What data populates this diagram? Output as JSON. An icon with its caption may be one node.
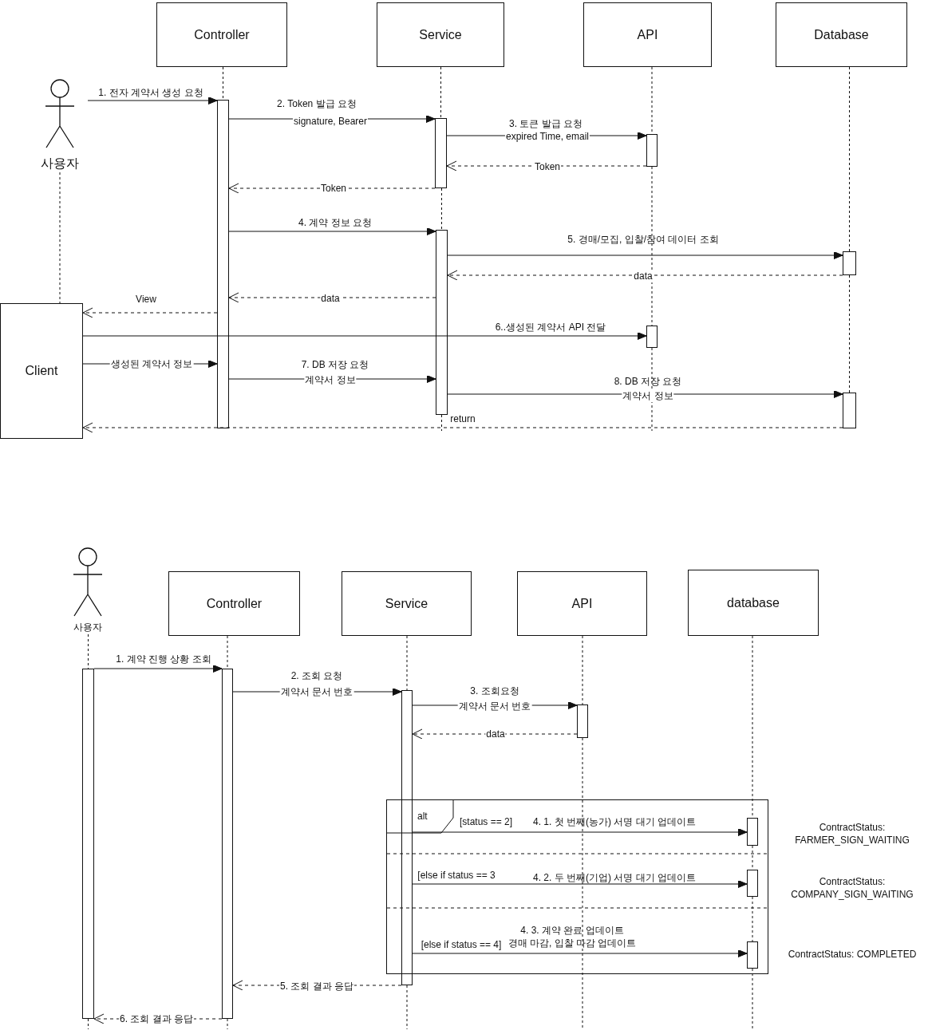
{
  "diagram": {
    "nodes": [
      {
        "text": [
          "사용자"
        ]
      },
      {
        "text": [
          "Controller"
        ]
      },
      {
        "text": [
          "Service"
        ]
      },
      {
        "text": [
          "API"
        ]
      },
      {
        "text": [
          "Database"
        ]
      },
      {
        "text": [
          "Client"
        ]
      },
      {
        "text": [],
        "shape": "bar"
      },
      {
        "text": [],
        "shape": "bar"
      },
      {
        "text": [],
        "shape": "bar"
      },
      {
        "text": [],
        "shape": "bar"
      },
      {
        "text": [],
        "shape": "bar"
      },
      {
        "text": [],
        "shape": "bar"
      },
      {
        "text": [],
        "shape": "bar"
      },
      {
        "text": [
          "사용자"
        ]
      },
      {
        "text": [
          "Controller"
        ]
      },
      {
        "text": [
          "Service"
        ]
      },
      {
        "text": [
          "API"
        ]
      },
      {
        "text": [
          "database"
        ]
      },
      {
        "text": [],
        "shape": "bar"
      },
      {
        "text": [],
        "shape": "bar"
      },
      {
        "text": [],
        "shape": "bar"
      },
      {
        "text": [],
        "shape": "bar"
      },
      {
        "text": [
          "alt"
        ]
      },
      {
        "text": [],
        "shape": "bar",
        "in": 22
      },
      {
        "text": [],
        "shape": "bar",
        "in": 22
      },
      {
        "text": [],
        "shape": "bar",
        "in": 22
      }
    ],
    "edges": [
      {
        "from": 0,
        "to": 6,
        "arrow": "to",
        "label": "1. 전자 계약서 생성 요청"
      },
      {
        "from": 6,
        "to": 7,
        "arrow": "to",
        "label": "2. Token 발급 요청"
      },
      {
        "from": 7,
        "to": 8,
        "arrow": "to",
        "label": "3. 토큰 발급 요청"
      },
      {
        "from": 8,
        "to": 7,
        "arrow": "to",
        "label": "Token",
        "style": "dashed"
      },
      {
        "from": 7,
        "to": 6,
        "arrow": "to",
        "label": "Token",
        "style": "dashed"
      },
      {
        "from": 6,
        "to": 9,
        "arrow": "to",
        "label": "4. 계약 정보 요청"
      },
      {
        "from": 9,
        "to": 10,
        "arrow": "to",
        "label": "5. 경매/모집, 입찰/참여 데이터 조회"
      },
      {
        "from": 10,
        "to": 9,
        "arrow": "to",
        "label": "data",
        "style": "dashed"
      },
      {
        "from": 9,
        "to": 6,
        "arrow": "to",
        "label": "data",
        "style": "dashed"
      },
      {
        "from": 6,
        "to": 5,
        "arrow": "to",
        "label": "View",
        "style": "dashed"
      },
      {
        "from": 5,
        "to": 11,
        "arrow": "to",
        "label": "6..생성된 계약서 API 전달"
      },
      {
        "from": 5,
        "to": 6,
        "arrow": "to",
        "label": "생성된 계약서 정보"
      },
      {
        "from": 6,
        "to": 9,
        "arrow": "to",
        "label": "7. DB 저장 요청"
      },
      {
        "from": 9,
        "to": 12,
        "arrow": "to",
        "label": "8. DB 저장 요청"
      },
      {
        "from": 12,
        "to": 5,
        "arrow": "to",
        "style": "dashed"
      },
      {
        "from": 18,
        "to": 19,
        "arrow": "to",
        "label": "1. 계약 진행 상황 조회"
      },
      {
        "from": 19,
        "to": 20,
        "arrow": "to",
        "label": "2. 조회 요청"
      },
      {
        "from": 20,
        "to": 21,
        "arrow": "to",
        "label": "3. 조회요청"
      },
      {
        "from": 21,
        "to": 20,
        "arrow": "to",
        "label": "data",
        "style": "dashed"
      },
      {
        "from": 20,
        "to": 23,
        "arrow": "to",
        "label": "4. 1. 첫 번째(농가) 서명 대기 업데이트"
      },
      {
        "from": 20,
        "to": 24,
        "arrow": "to",
        "label": "4. 2. 두 번째(기업) 서명 대기 업데이트"
      },
      {
        "from": 20,
        "to": 25,
        "arrow": "to",
        "label": "4. 3. 계약 완료 업데이트 경매 마감, 입찰 마감 업데이트"
      },
      {
        "from": 20,
        "to": 19,
        "arrow": "to",
        "label": "5. 조회 결과 응답",
        "style": "dashed"
      },
      {
        "from": 19,
        "to": 18,
        "arrow": "to",
        "label": "6. 조회 결과 응답",
        "style": "dashed"
      },
      {
        "from": 0,
        "to": 5,
        "arrow": "none",
        "style": "dashed"
      },
      {
        "from": 1,
        "to": 6,
        "arrow": "none",
        "style": "dashed"
      },
      {
        "from": 2,
        "to": 7,
        "arrow": "none",
        "style": "dashed"
      },
      {
        "from": 7,
        "to": 9,
        "arrow": "none",
        "style": "dashed"
      },
      {
        "from": 9,
        "to": null,
        "arrow": "none",
        "style": "dashed"
      },
      {
        "from": 3,
        "to": 8,
        "arrow": "none",
        "style": "dashed"
      },
      {
        "from": 8,
        "to": 11,
        "arrow": "none",
        "style": "dashed"
      },
      {
        "from": 11,
        "to": null,
        "arrow": "none",
        "style": "dashed"
      },
      {
        "from": 4,
        "to": 10,
        "arrow": "none",
        "style": "dashed"
      },
      {
        "from": 10,
        "to": 12,
        "arrow": "none",
        "style": "dashed"
      },
      {
        "from": 13,
        "to": 18,
        "arrow": "none",
        "style": "dashed"
      },
      {
        "from": 18,
        "to": null,
        "arrow": "none",
        "style": "dashed"
      },
      {
        "from": 14,
        "to": 19,
        "arrow": "none",
        "style": "dashed"
      },
      {
        "from": 19,
        "to": null,
        "arrow": "none",
        "style": "dashed"
      },
      {
        "from": 15,
        "to": 20,
        "arrow": "none",
        "style": "dashed"
      },
      {
        "from": 20,
        "to": null,
        "arrow": "none",
        "style": "dashed"
      },
      {
        "from": 16,
        "to": 21,
        "arrow": "none",
        "style": "dashed"
      },
      {
        "from": 21,
        "to": null,
        "arrow": "none",
        "style": "dashed"
      },
      {
        "from": 17,
        "to": 23,
        "arrow": "none",
        "style": "dashed"
      },
      {
        "from": 23,
        "to": 24,
        "arrow": "none",
        "style": "dashed"
      },
      {
        "from": 24,
        "to": 25,
        "arrow": "none",
        "style": "dashed"
      },
      {
        "from": 25,
        "to": null,
        "arrow": "none",
        "style": "dashed"
      }
    ],
    "labels": [
      "signature, Bearer",
      "expired Time, email",
      "계약서 정보",
      "계약서 정보",
      "return",
      "계약서 문서 번호",
      "계약서 문서 번호",
      "[status == 2]",
      "ContractStatus: FARMER_SIGN_WAITING",
      "[else if status == 3",
      "ContractStatus: COMPANY_SIGN_WAITING",
      "[else if status == 4]",
      "ContractStatus: COMPLETED"
    ]
  }
}
